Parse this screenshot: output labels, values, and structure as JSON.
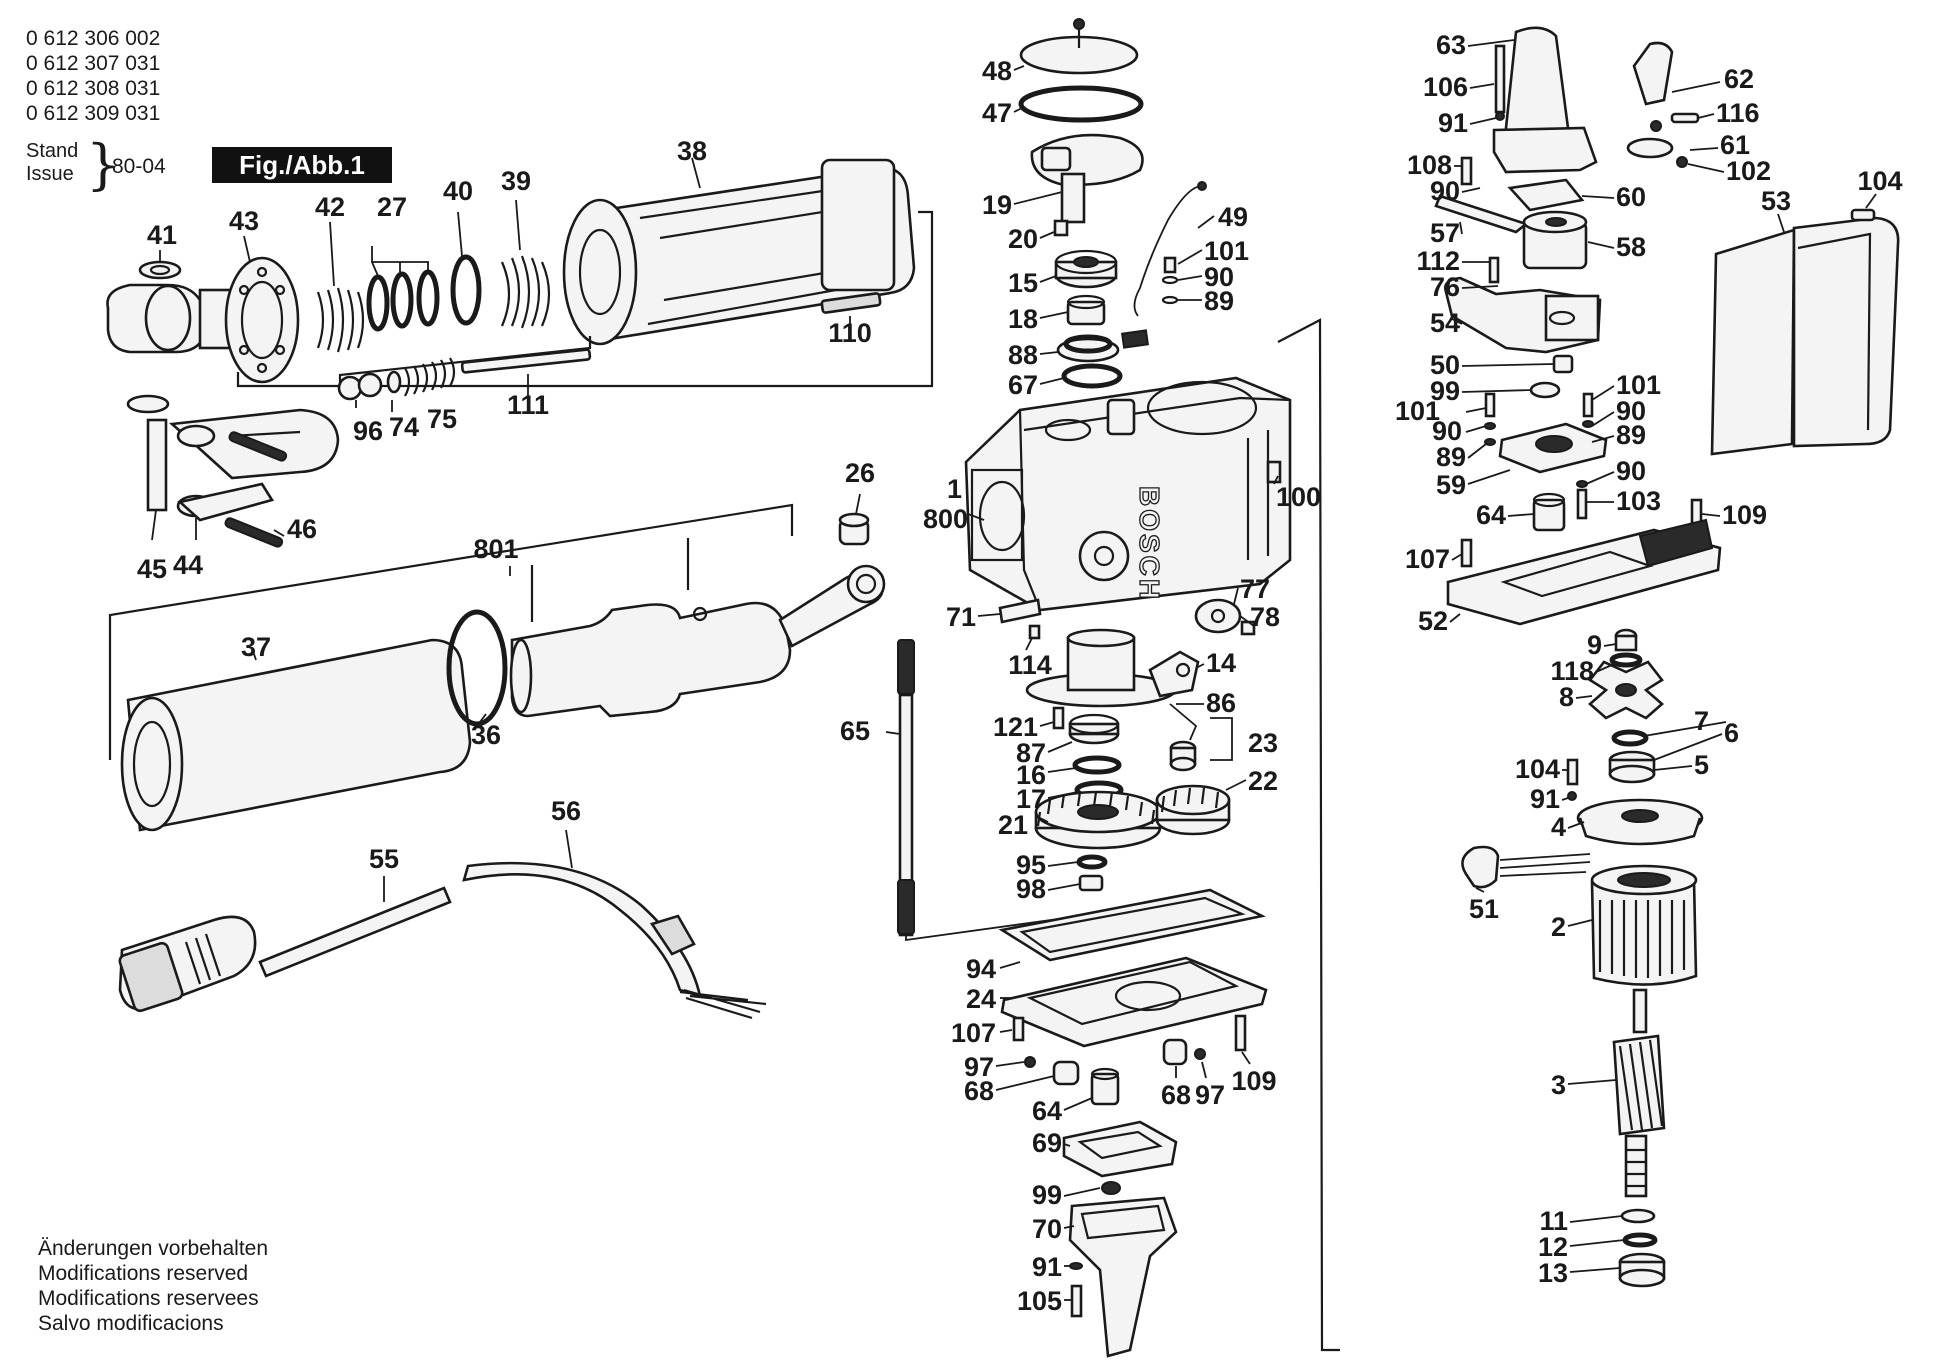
{
  "header": {
    "part_numbers": [
      "0 612 306 002",
      "0 612 307 031",
      "0 612 308 031",
      "0 612 309 031"
    ],
    "stand_label": "Stand",
    "issue_label": "Issue",
    "stand_brace": "}",
    "date": "80-04",
    "figure_label": "Fig./Abb.1"
  },
  "footer": {
    "notes": [
      "Änderungen vorbehalten",
      "Modifications reserved",
      "Modifications reservees",
      "Salvo modificacions"
    ]
  },
  "housing_brand": "BOSCH",
  "callouts": {
    "c41": "41",
    "c43": "43",
    "c42": "42",
    "c27": "27",
    "c40": "40",
    "c39": "39",
    "c38": "38",
    "c110": "110",
    "c96": "96",
    "c74": "74",
    "c75": "75",
    "c111": "111",
    "c45": "45",
    "c44": "44",
    "c46": "46",
    "c26": "26",
    "c801": "801",
    "c37": "37",
    "c36": "36",
    "c55": "55",
    "c56": "56",
    "c48": "48",
    "c47": "47",
    "c19": "19",
    "c20": "20",
    "c15": "15",
    "c18": "18",
    "c88": "88",
    "c67": "67",
    "c49": "49",
    "c101a": "101",
    "c90a": "90",
    "c89a": "89",
    "c1": "1",
    "c800": "800",
    "c100": "100",
    "c77": "77",
    "c78": "78",
    "c71": "71",
    "c114": "114",
    "c14": "14",
    "c86": "86",
    "c65": "65",
    "c121": "121",
    "c87": "87",
    "c16": "16",
    "c17": "17",
    "c21": "21",
    "c23": "23",
    "c22": "22",
    "c95": "95",
    "c98": "98",
    "c94": "94",
    "c24": "24",
    "c107a": "107",
    "c97a": "97",
    "c68a": "68",
    "c64a": "64",
    "c68b": "68",
    "c97b": "97",
    "c109a": "109",
    "c69": "69",
    "c99a": "99",
    "c70": "70",
    "c91a": "91",
    "c105": "105",
    "c63": "63",
    "c106": "106",
    "c91b": "91",
    "c62": "62",
    "c116": "116",
    "c61": "61",
    "c102": "102",
    "c108": "108",
    "c90b": "90",
    "c60": "60",
    "c104a": "104",
    "c53": "53",
    "c57": "57",
    "c58": "58",
    "c112": "112",
    "c76": "76",
    "c54": "54",
    "c50": "50",
    "c99b": "99",
    "c101b": "101",
    "c90c": "90",
    "c101c": "101",
    "c90d": "90",
    "c89b": "89",
    "c89c": "89",
    "c59": "59",
    "c90e": "90",
    "c64b": "64",
    "c103": "103",
    "c109b": "109",
    "c107b": "107",
    "c52": "52",
    "c9": "9",
    "c118": "118",
    "c8": "8",
    "c7": "7",
    "c6": "6",
    "c104b": "104",
    "c5": "5",
    "c91c": "91",
    "c4": "4",
    "c51": "51",
    "c2": "2",
    "c3": "3",
    "c11": "11",
    "c12": "12",
    "c13": "13"
  }
}
